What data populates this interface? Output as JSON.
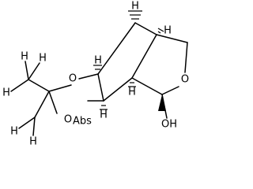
{
  "structure": {
    "atoms": {
      "o_top_left": "O",
      "o_bottom_left": "O",
      "abs_stereo": "Abs",
      "o_ring_right": "O",
      "hydroxyl": "OH",
      "h_bridge": "H",
      "h_bridgehead": "H",
      "h_upper_left": "H",
      "h_lower_left": "H",
      "h_lower_right": "H",
      "h_methyl_left": "H",
      "h_methyl_top": "H",
      "h_methyl_bottom": "H",
      "h_methyl2_left": "H",
      "h_methyl2_bottom": "H"
    }
  }
}
